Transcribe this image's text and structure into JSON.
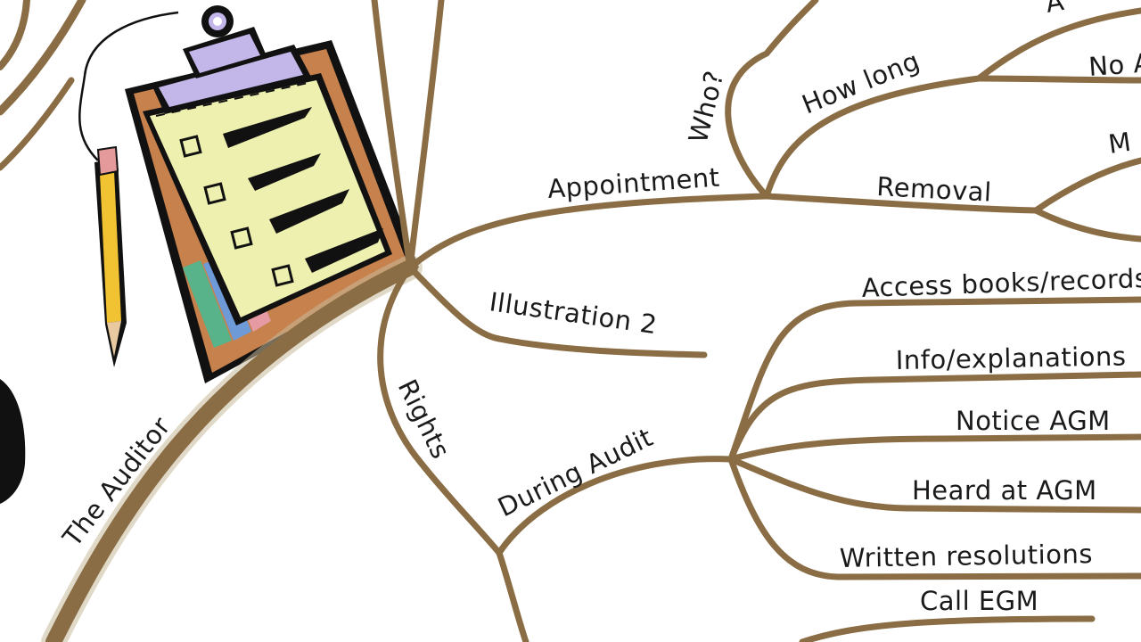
{
  "mindmap": {
    "branch_color": "#8a6d44",
    "text_color": "#1a1a1a",
    "central_image": "clipboard-checklist-with-pencil",
    "labels": {
      "the_auditor": "The Auditor",
      "appointment": "Appointment",
      "who": "Who?",
      "how_long": "How long",
      "removal": "Removal",
      "top_right_cut": "A",
      "no_cut": "No A",
      "m_cut": "M",
      "illustration_2": "Illustration 2",
      "rights": "Rights",
      "during_audit": "During Audit",
      "access_books": "Access books/records",
      "info_explanations": "Info/explanations",
      "notice_agm": "Notice AGM",
      "heard_at_agm": "Heard at AGM",
      "written_resolutions": "Written resolutions",
      "call_egm": "Call EGM"
    }
  }
}
